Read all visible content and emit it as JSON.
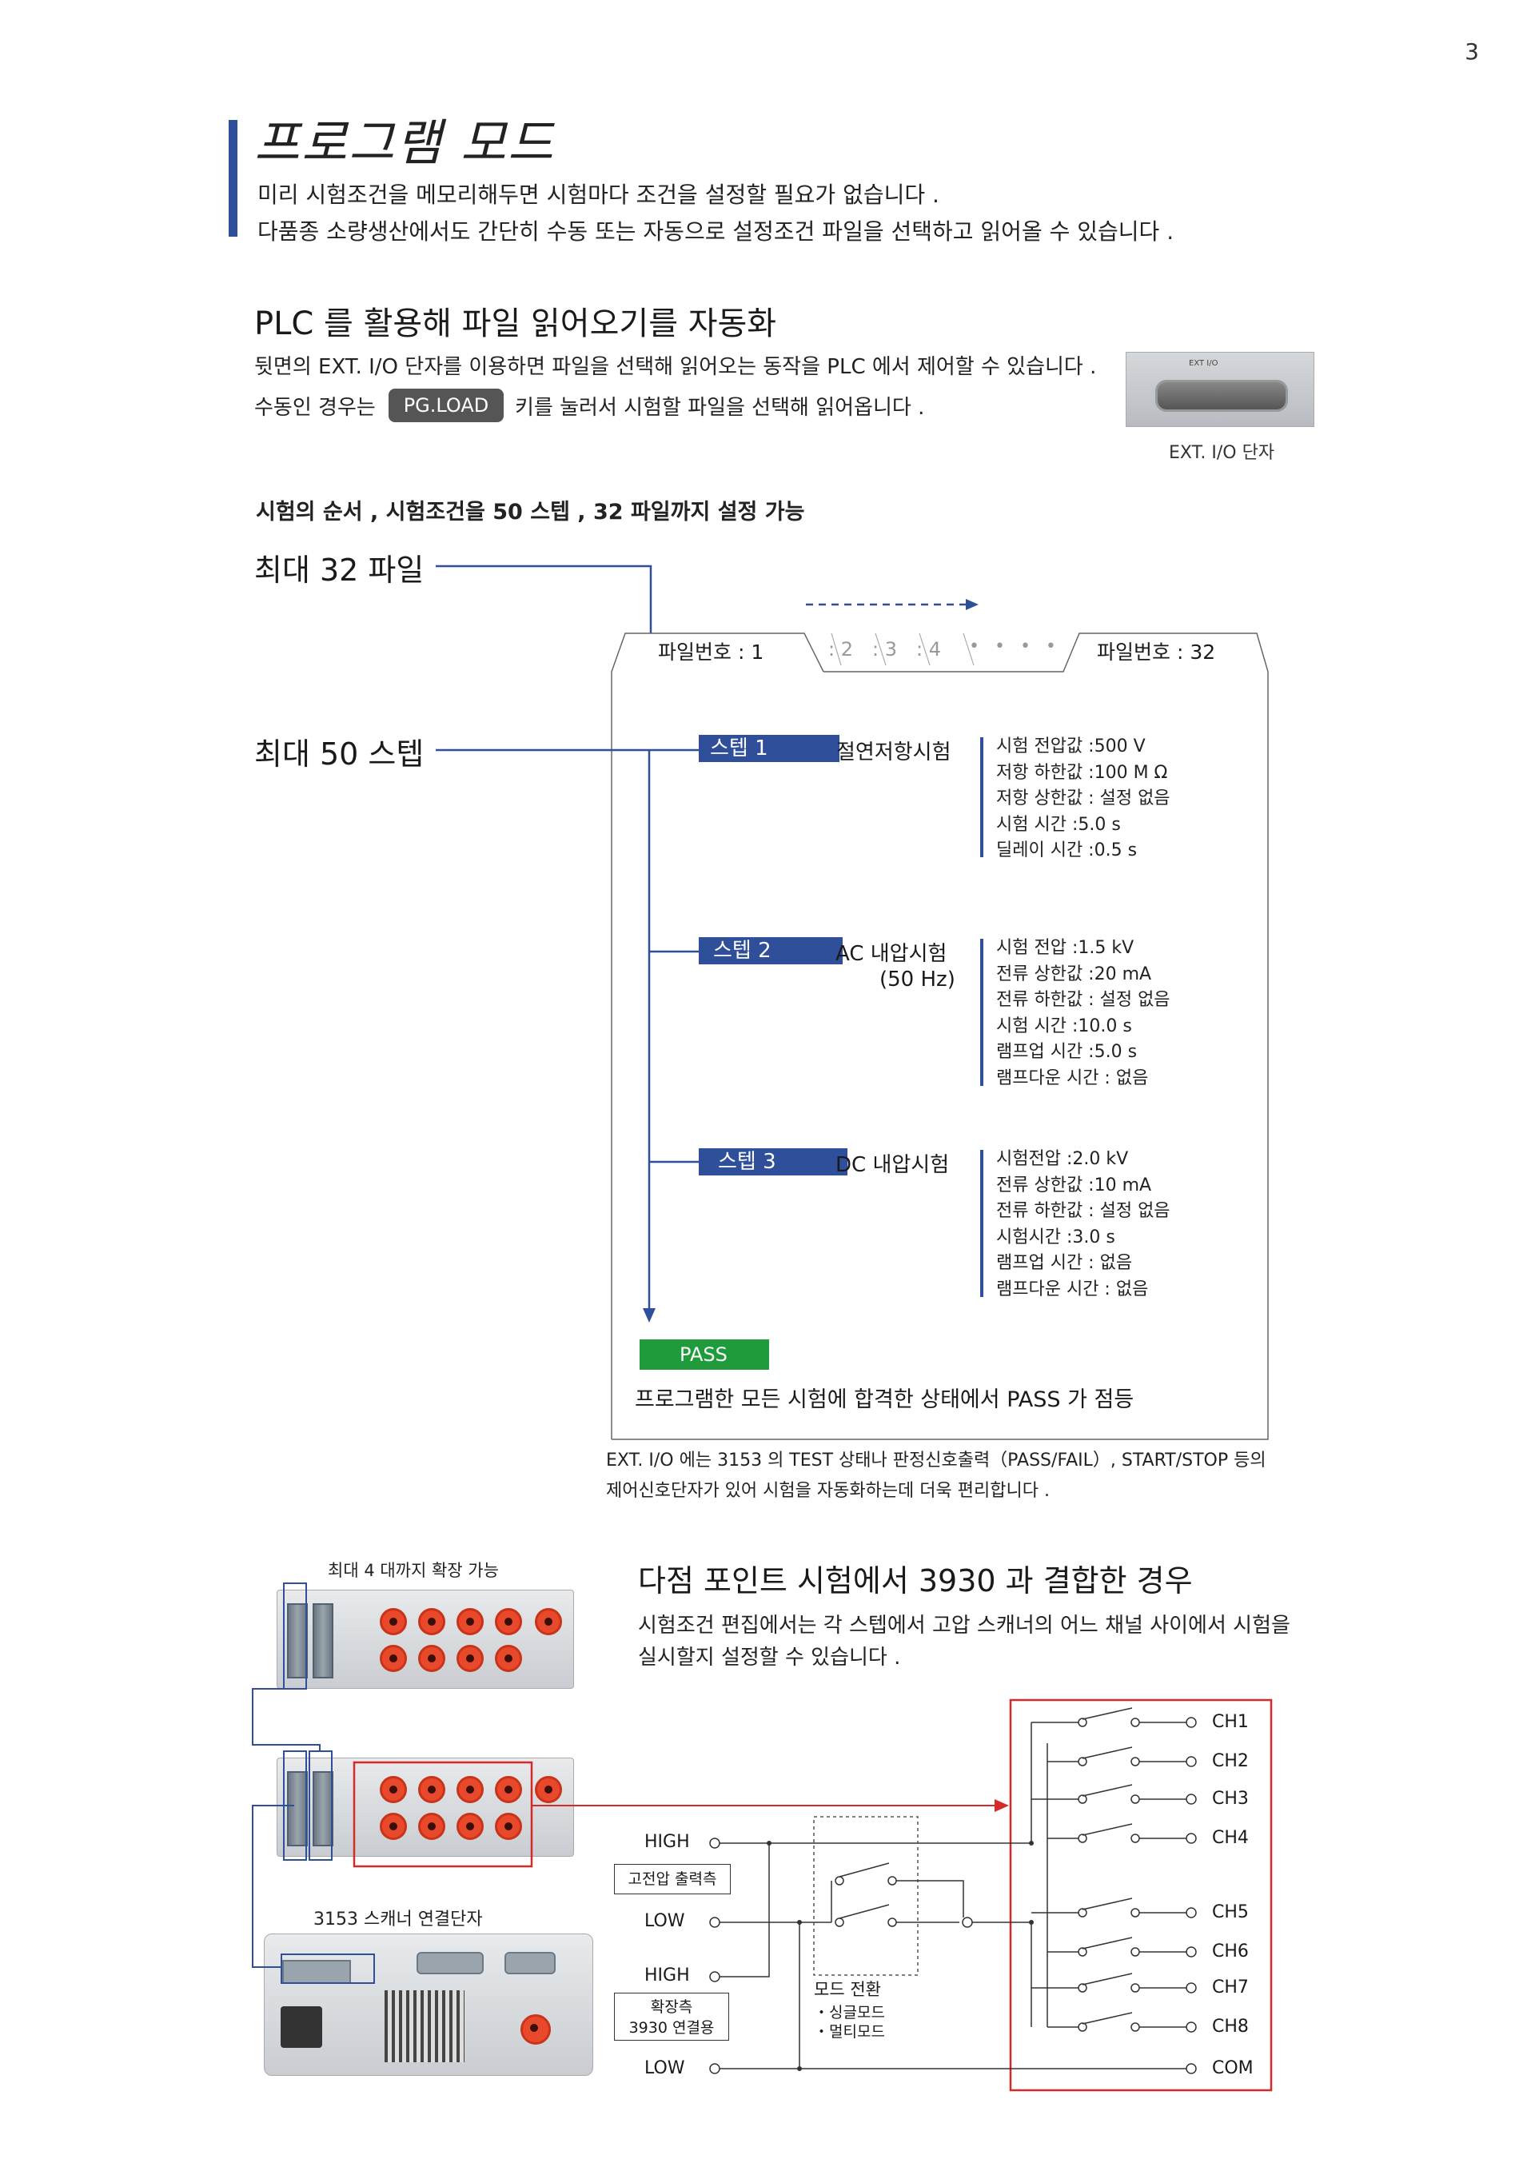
{
  "page_number": "3",
  "title": "프로그램 모드",
  "intro": [
    "미리 시험조건을 메모리해두면 시험마다 조건을 설정할 필요가 없습니다 .",
    "다품종 소량생산에서도 간단히 수동 또는 자동으로 설정조건 파일을 선택하고 읽어올 수 있습니다 ."
  ],
  "plc": {
    "heading": "PLC 를 활용해 파일 읽어오기를 자동화",
    "line1": "뒷면의 EXT. I/O 단자를 이용하면 파일을 선택해 읽어오는 동작을 PLC 에서 제어할 수 있습니다 .",
    "line2_before": "수동인 경우는",
    "key_label": "PG.LOAD",
    "line2_after": "키를 눌러서 시험할 파일을 선택해 읽어옵니다 .",
    "photo_label": "EXT I/O",
    "photo_caption": "EXT. I/O 단자"
  },
  "program": {
    "heading": "시험의 순서 , 시험조건을 50 스텝 , 32 파일까지 설정 가능",
    "max_files": "최대 32 파일",
    "max_steps": "최대 50 스텝",
    "tab_first": "파일번호 : 1",
    "tab_mid": [
      ": 2",
      ": 3",
      ": 4"
    ],
    "tab_dots": "• • • •",
    "tab_last": "파일번호 : 32",
    "steps": [
      {
        "label": "스텝 1",
        "name": "절연저항시험",
        "name2": "",
        "params": [
          "시험 전압값 :500 V",
          "저항 하한값 :100 M Ω",
          "저항 상한값 : 설정 없음",
          "시험 시간 :5.0 s",
          "딜레이 시간 :0.5 s"
        ]
      },
      {
        "label": "스텝 2",
        "name": "AC 내압시험",
        "name2": "(50 Hz)",
        "params": [
          "시험 전압 :1.5 kV",
          "전류 상한값 :20 mA",
          "전류 하한값 : 설정 없음",
          "시험 시간 :10.0 s",
          "램프업 시간 :5.0 s",
          "램프다운 시간 : 없음"
        ]
      },
      {
        "label": "스텝 3",
        "name": "DC 내압시험",
        "name2": "",
        "params": [
          "시험전압 :2.0 kV",
          "전류 상한값 :10 mA",
          "전류 하한값 : 설정 없음",
          "시험시간 :3.0 s",
          "램프업 시간 : 없음",
          "램프다운 시간 : 없음"
        ]
      }
    ],
    "pass_label": "PASS",
    "pass_desc": "프로그램한 모든 시험에 합격한 상태에서 PASS 가 점등",
    "note": [
      "EXT. I/O 에는 3153 의 TEST 상태나 판정신호출력（PASS/FAIL）, START/STOP 등의",
      "제어신호단자가 있어 시험을 자동화하는데 더욱 편리합니다 ."
    ]
  },
  "multipoint": {
    "heading": "다점 포인트 시험에서 3930 과 결합한 경우",
    "desc": [
      "시험조건 편집에서는 각 스텝에서 고압 스캐너의 어느 채널 사이에서 시험을",
      "실시할지 설정할 수 있습니다 ."
    ],
    "expand_caption": "최대 4 대까지 확장 가능",
    "scanner_caption": "3153 스캐너 연결단자",
    "high1": "HIGH",
    "out_box": "고전압 출력측",
    "low1": "LOW",
    "high2": "HIGH",
    "ext_box": [
      "확장측",
      "3930 연결용"
    ],
    "low2": "LOW",
    "mode_title": "모드 전환",
    "mode_items": [
      "・싱글모드",
      "・멀티모드"
    ],
    "channels": [
      "CH1",
      "CH2",
      "CH3",
      "CH4",
      "CH5",
      "CH6",
      "CH7",
      "CH8",
      "COM"
    ]
  },
  "colors": {
    "accent_blue": "#2f4f9a",
    "pass_green": "#1f9b3b",
    "highlight_red": "#d42a2a"
  }
}
